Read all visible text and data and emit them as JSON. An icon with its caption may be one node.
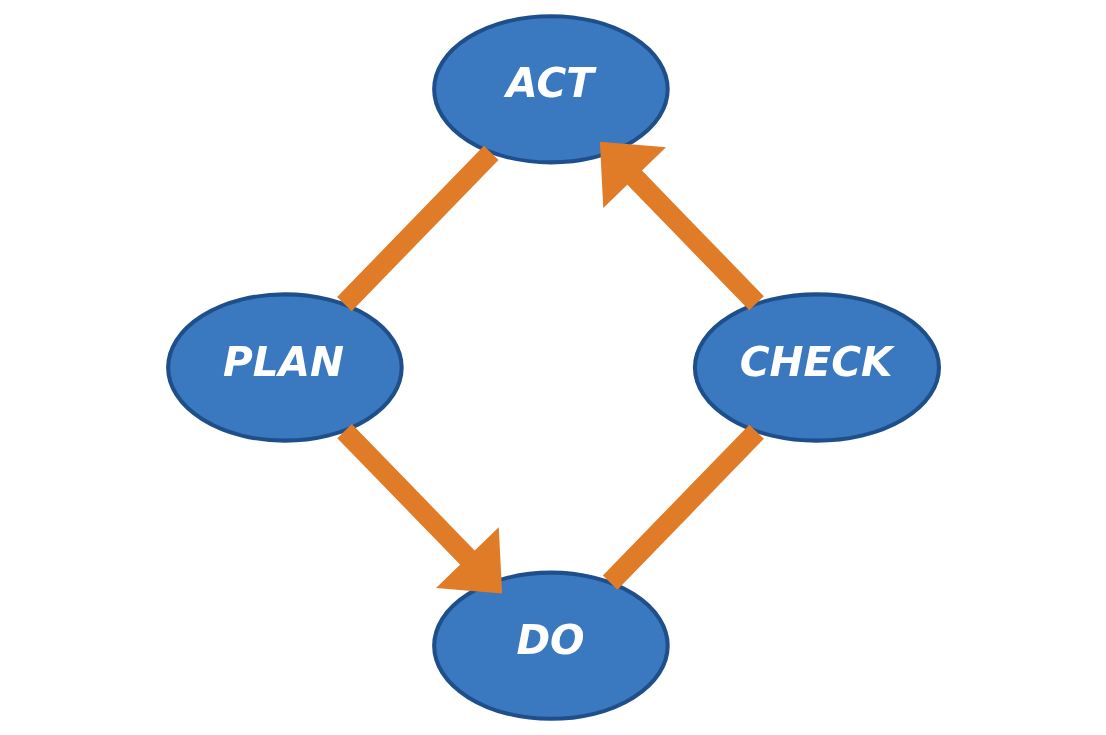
{
  "diagram": {
    "nodes": [
      {
        "text": [
          "ACT"
        ]
      },
      {
        "text": [
          "CHECK"
        ]
      },
      {
        "text": [
          "PLAN"
        ]
      },
      {
        "text": [
          "DO"
        ]
      }
    ],
    "edges": [
      {
        "from": 1,
        "to": 0,
        "arrow": "to"
      },
      {
        "from": 0,
        "to": 2,
        "arrow": "none"
      },
      {
        "from": 2,
        "to": 3,
        "arrow": "to"
      },
      {
        "from": 3,
        "to": 1,
        "arrow": "none"
      }
    ]
  }
}
